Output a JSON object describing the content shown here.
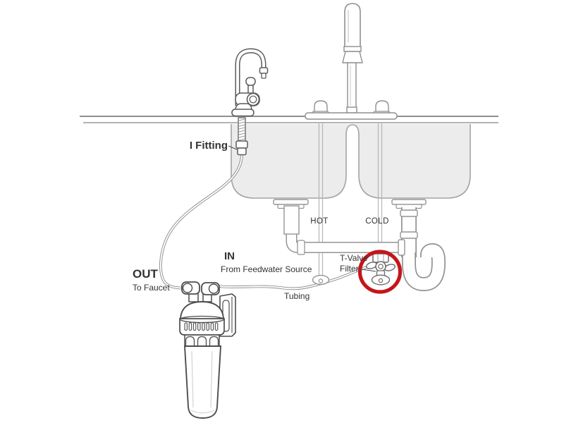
{
  "figure": {
    "type": "under-sink-water-filter-installation-diagram",
    "labels": {
      "i_fitting": "I Fitting",
      "hot": "HOT",
      "cold": "COLD",
      "in": "IN",
      "in_sub": "From Feedwater Source",
      "out": "OUT",
      "out_sub": "To Faucet",
      "tubing": "Tubing",
      "t_valve": "T-Valve",
      "t_valve_sub": "Filter"
    },
    "colors": {
      "highlight": "#c4161a",
      "outline": "#4d4d4d",
      "pipe": "#949494",
      "basin_fill": "#ececec",
      "text": "#333333"
    }
  }
}
